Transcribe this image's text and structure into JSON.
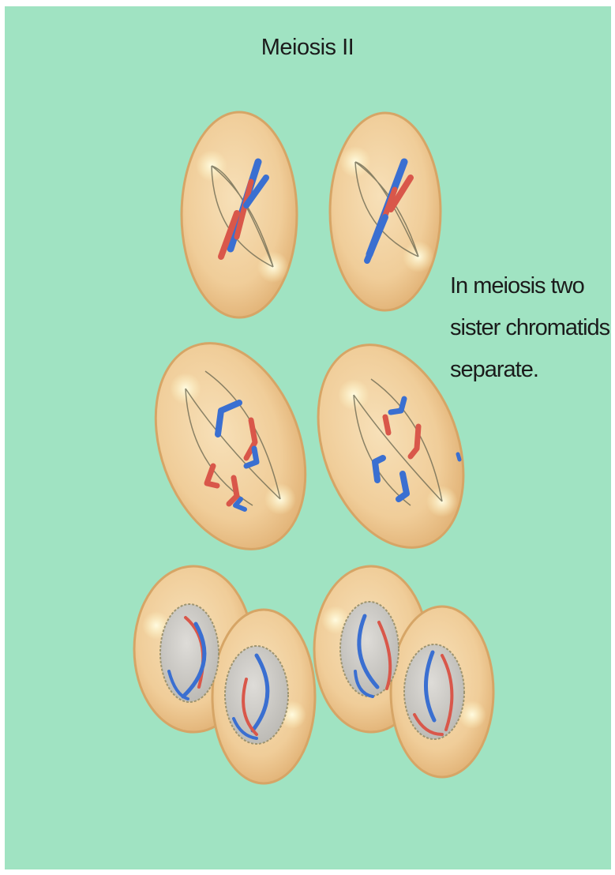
{
  "title": "Meiosis II",
  "caption_lines": [
    "In meiosis two",
    "sister chromatids",
    "separate."
  ],
  "colors": {
    "background": "#a0e3c2",
    "cell_fill": "#f1cf9c",
    "cell_edge": "#d9ab6c",
    "chromatid_red": "#d9574a",
    "chromatid_blue": "#3a6fd1",
    "nucleus": "#cfcdc8"
  }
}
